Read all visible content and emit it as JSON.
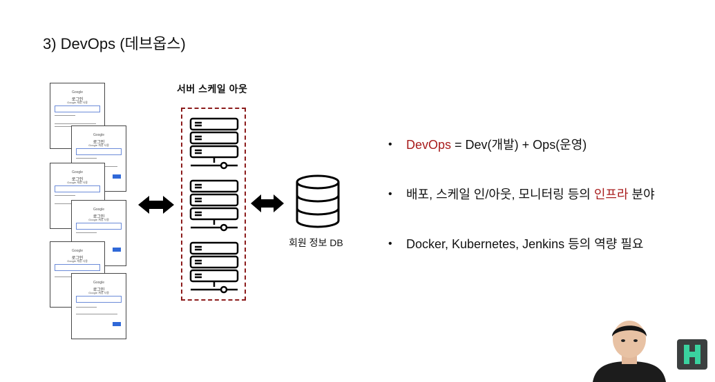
{
  "slide": {
    "title": "3) DevOps (데브옵스)",
    "scale_out_label": "서버 스케일 아웃",
    "db_label": "회원 정보 DB",
    "bullets": [
      {
        "parts": [
          {
            "text": "DevOps",
            "accent": true
          },
          {
            "text": " = Dev(개발) + Ops(운영)",
            "accent": false
          }
        ]
      },
      {
        "parts": [
          {
            "text": "배포, 스케일 인/아웃, 모니터링 등의 ",
            "accent": false
          },
          {
            "text": "인프라",
            "accent": true
          },
          {
            "text": " 분야",
            "accent": false
          }
        ]
      },
      {
        "parts": [
          {
            "text": "Docker, Kubernetes, Jenkins 등의 역량 필요",
            "accent": false
          }
        ]
      }
    ],
    "login_card": {
      "brand": "Google",
      "heading": "로그인",
      "sub": "Google 계정 사용"
    },
    "colors": {
      "accent": "#a81c1c",
      "dashed_border": "#8b1a1a",
      "logo_bg": "#3b3f3f",
      "logo_fg": "#3ad29f"
    }
  },
  "icons": [
    "double-arrow-icon",
    "server-rack-icon",
    "database-icon"
  ]
}
